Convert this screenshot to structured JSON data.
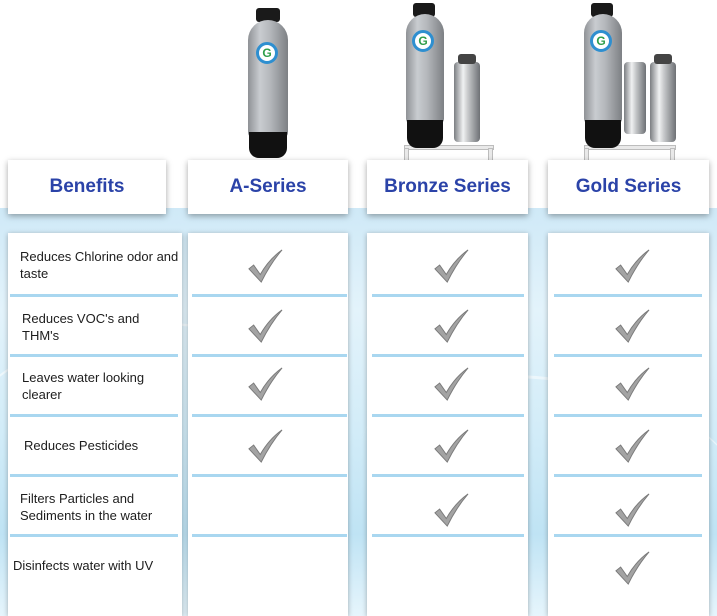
{
  "header": {
    "benefits_label": "Benefits",
    "columns": [
      "A-Series",
      "Bronze Series",
      "Gold Series"
    ]
  },
  "rows": [
    {
      "benefit": "Reduces Chlorine odor and taste",
      "a_series": true,
      "bronze": true,
      "gold": true
    },
    {
      "benefit": "Reduces VOC's and THM's",
      "a_series": true,
      "bronze": true,
      "gold": true
    },
    {
      "benefit": "Leaves water looking clearer",
      "a_series": true,
      "bronze": true,
      "gold": true
    },
    {
      "benefit": "Reduces Pesticides",
      "a_series": true,
      "bronze": true,
      "gold": true
    },
    {
      "benefit": "Filters Particles and Sediments in the water",
      "a_series": false,
      "bronze": true,
      "gold": true
    },
    {
      "benefit": "Disinfects water with UV",
      "a_series": false,
      "bronze": false,
      "gold": true
    }
  ],
  "icons": {
    "check": "checkmark-icon",
    "logo": "brand-g-logo"
  },
  "colors": {
    "heading": "#2b43a8",
    "row_divider": "#a9d7f0",
    "checkmark": "#9a9a9a"
  }
}
